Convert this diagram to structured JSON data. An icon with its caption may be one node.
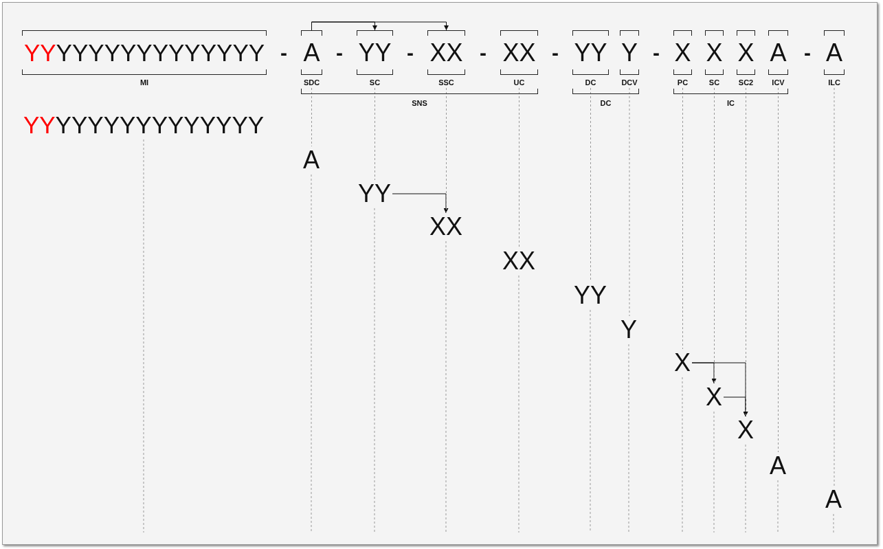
{
  "diagram": {
    "nodes": [
      {
        "text": [
          "YYYYYYYYYYYYYYY",
          "MI"
        ]
      },
      {
        "text": [
          "SNS"
        ]
      },
      {
        "text": [
          "A",
          "SDC"
        ],
        "in": 1
      },
      {
        "text": [
          "YY",
          "SC"
        ],
        "in": 1
      },
      {
        "text": [
          "XX",
          "SSC"
        ],
        "in": 1
      },
      {
        "text": [
          "XX",
          "UC"
        ],
        "in": 1
      },
      {
        "text": [
          "DC"
        ]
      },
      {
        "text": [
          "YY",
          "DC"
        ],
        "in": 6
      },
      {
        "text": [
          "Y",
          "DCV"
        ],
        "in": 6
      },
      {
        "text": [
          "IC"
        ]
      },
      {
        "text": [
          "X",
          "PC"
        ],
        "in": 9
      },
      {
        "text": [
          "X",
          "SC"
        ],
        "in": 9
      },
      {
        "text": [
          "X",
          "SC2"
        ],
        "in": 9
      },
      {
        "text": [
          "A",
          "ICV"
        ],
        "in": 9
      },
      {
        "text": [
          "A",
          "ILC"
        ]
      },
      {
        "text": [
          "YYYYYYYYYYYYYYY"
        ]
      },
      {
        "text": [
          "A"
        ]
      },
      {
        "text": [
          "YY"
        ]
      },
      {
        "text": [
          "XX"
        ]
      },
      {
        "text": [
          "XX"
        ]
      },
      {
        "text": [
          "YY"
        ]
      },
      {
        "text": [
          "Y"
        ]
      },
      {
        "text": [
          "X"
        ]
      },
      {
        "text": [
          "X"
        ]
      },
      {
        "text": [
          "X"
        ]
      },
      {
        "text": [
          "A"
        ]
      },
      {
        "text": [
          "A"
        ]
      }
    ],
    "edges": [
      {
        "from": 2,
        "to": 3,
        "arrow": "to",
        "color": "#111111"
      },
      {
        "from": 2,
        "to": 4,
        "arrow": "to",
        "color": "#111111"
      },
      {
        "from": 17,
        "to": 18,
        "arrow": "to",
        "color": "#111111"
      },
      {
        "from": 22,
        "to": 23,
        "arrow": "to",
        "color": "#111111"
      },
      {
        "from": 22,
        "to": 24,
        "arrow": "to",
        "color": "#111111"
      },
      {
        "from": 23,
        "to": 24,
        "arrow": "to",
        "color": "#111111"
      },
      {
        "from": 2,
        "to": 16,
        "arrow": "none",
        "style": "dashed",
        "color": "#999999"
      },
      {
        "from": 3,
        "to": 17,
        "arrow": "none",
        "style": "dashed",
        "color": "#999999"
      },
      {
        "from": 4,
        "to": 18,
        "arrow": "none",
        "style": "dashed",
        "color": "#999999"
      },
      {
        "from": 5,
        "to": 19,
        "arrow": "none",
        "style": "dashed",
        "color": "#999999"
      },
      {
        "from": 7,
        "to": 20,
        "arrow": "none",
        "style": "dashed",
        "color": "#999999"
      },
      {
        "from": 8,
        "to": 21,
        "arrow": "none",
        "style": "dashed",
        "color": "#999999"
      },
      {
        "from": 10,
        "to": 22,
        "arrow": "none",
        "style": "dashed",
        "color": "#999999"
      },
      {
        "from": 11,
        "to": 23,
        "arrow": "none",
        "style": "dashed",
        "color": "#999999"
      },
      {
        "from": 12,
        "to": 24,
        "arrow": "none",
        "style": "dashed",
        "color": "#999999"
      },
      {
        "from": 13,
        "to": 25,
        "arrow": "none",
        "style": "dashed",
        "color": "#999999"
      },
      {
        "from": 14,
        "to": 26,
        "arrow": "none",
        "style": "dashed",
        "color": "#999999"
      },
      {
        "from": 15,
        "to": null,
        "arrow": "none",
        "style": "dashed",
        "color": "#999999"
      },
      {
        "from": 16,
        "to": null,
        "arrow": "none",
        "style": "dashed",
        "color": "#999999"
      },
      {
        "from": 17,
        "to": null,
        "arrow": "none",
        "style": "dashed",
        "color": "#999999"
      },
      {
        "from": 18,
        "to": null,
        "arrow": "none",
        "style": "dashed",
        "color": "#999999"
      },
      {
        "from": 19,
        "to": null,
        "arrow": "none",
        "style": "dashed",
        "color": "#999999"
      },
      {
        "from": 20,
        "to": null,
        "arrow": "none",
        "style": "dashed",
        "color": "#999999"
      },
      {
        "from": 21,
        "to": null,
        "arrow": "none",
        "style": "dashed",
        "color": "#999999"
      },
      {
        "from": 22,
        "to": null,
        "arrow": "none",
        "style": "dashed",
        "color": "#999999"
      },
      {
        "from": 23,
        "to": null,
        "arrow": "none",
        "style": "dashed",
        "color": "#999999"
      },
      {
        "from": 24,
        "to": null,
        "arrow": "none",
        "style": "dashed",
        "color": "#999999"
      },
      {
        "from": 25,
        "to": null,
        "arrow": "none",
        "style": "dashed",
        "color": "#999999"
      },
      {
        "from": 26,
        "to": null,
        "arrow": "none",
        "style": "dashed",
        "color": "#999999"
      }
    ],
    "labels": [
      "-",
      "-",
      "-",
      "-",
      "-",
      "-",
      "-"
    ]
  }
}
